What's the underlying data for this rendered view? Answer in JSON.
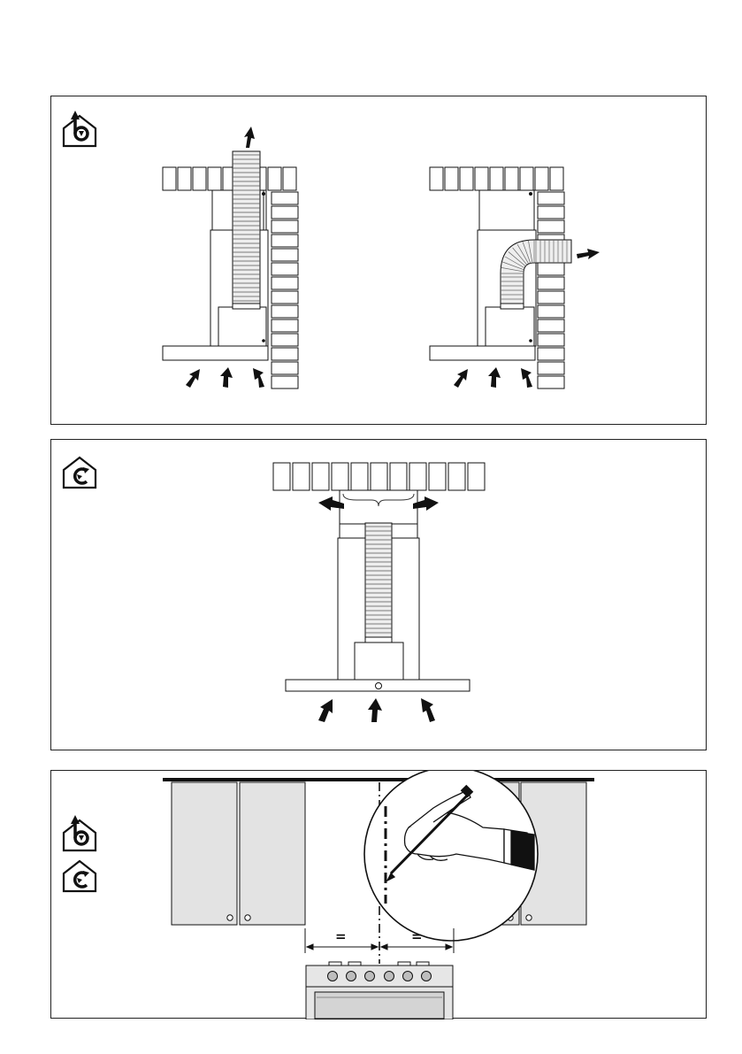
{
  "diagram": {
    "panels": [
      {
        "id": "ducted-extraction",
        "mode_icon": "ducted-mode-icon"
      },
      {
        "id": "recirculation",
        "mode_icon": "recirculation-mode-icon"
      },
      {
        "id": "centering-marking",
        "mode_icons": [
          "ducted-mode-icon",
          "recirculation-mode-icon"
        ]
      }
    ],
    "measurement": {
      "left_label": "=",
      "right_label": "="
    }
  },
  "colors": {
    "line": "#1a1a1a",
    "fill_light": "#e6e6e6",
    "fill_cabinet": "#e3e3e3",
    "duct_fill": "#eeeeee"
  }
}
